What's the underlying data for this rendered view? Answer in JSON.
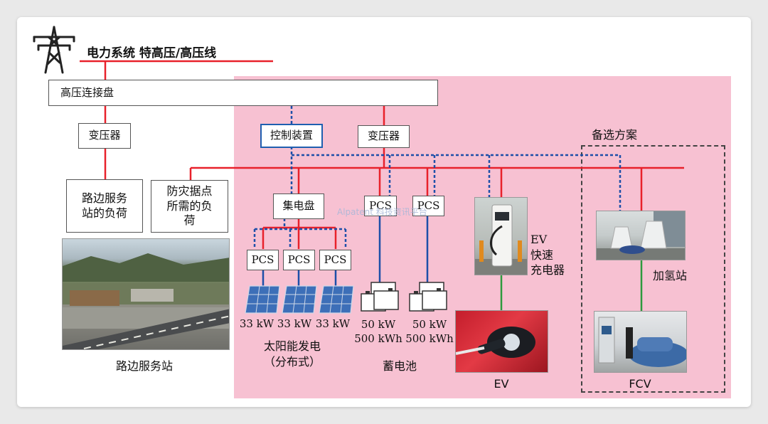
{
  "title": "电力系统  特高压/高压线",
  "boxes": {
    "hv_panel": "高压连接盘",
    "transformer_left": "变压器",
    "transformer_right": "变压器",
    "control": "控制装置",
    "collector": "集电盘",
    "load_service": "路边服务\n站的负荷",
    "load_disaster": "防灾据点\n所需的负\n荷",
    "pcs": "PCS"
  },
  "labels": {
    "alt_plan": "备选方案",
    "service_station": "路边服务站",
    "solar": "太阳能发电\n（分布式）",
    "solar_power": "33 kW",
    "battery": "蓄电池",
    "battery_spec": "50 kW\n500 kWh",
    "ev_charger": "EV\n快速\n充电器",
    "ev": "EV",
    "hydrogen": "加氢站",
    "fcv": "FCV"
  },
  "watermark": "Alpatent 科技资讯平台",
  "colors": {
    "power_line": "#e8212b",
    "dc_line": "#1d4fa8",
    "green_line": "#2e9a3e",
    "region": "#f7c1d2"
  },
  "icons": [
    "transmission-tower-icon",
    "solar-panel-icon",
    "battery-icon"
  ]
}
